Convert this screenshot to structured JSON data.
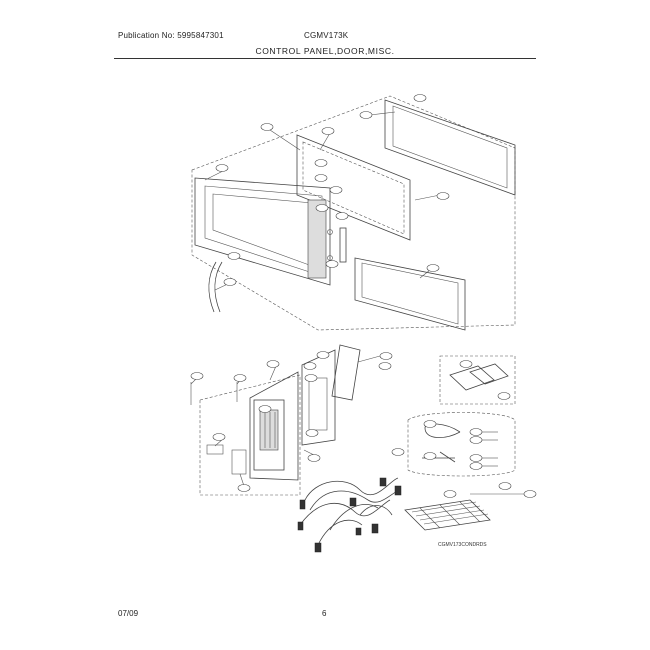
{
  "header": {
    "publication": "Publication No: 5995847301",
    "model": "CGMV173K",
    "section_title": "CONTROL PANEL,DOOR,MISC."
  },
  "diagram": {
    "figure_label": "CGMV173CONDRDS"
  },
  "footer": {
    "date": "07/09",
    "page": "6"
  }
}
